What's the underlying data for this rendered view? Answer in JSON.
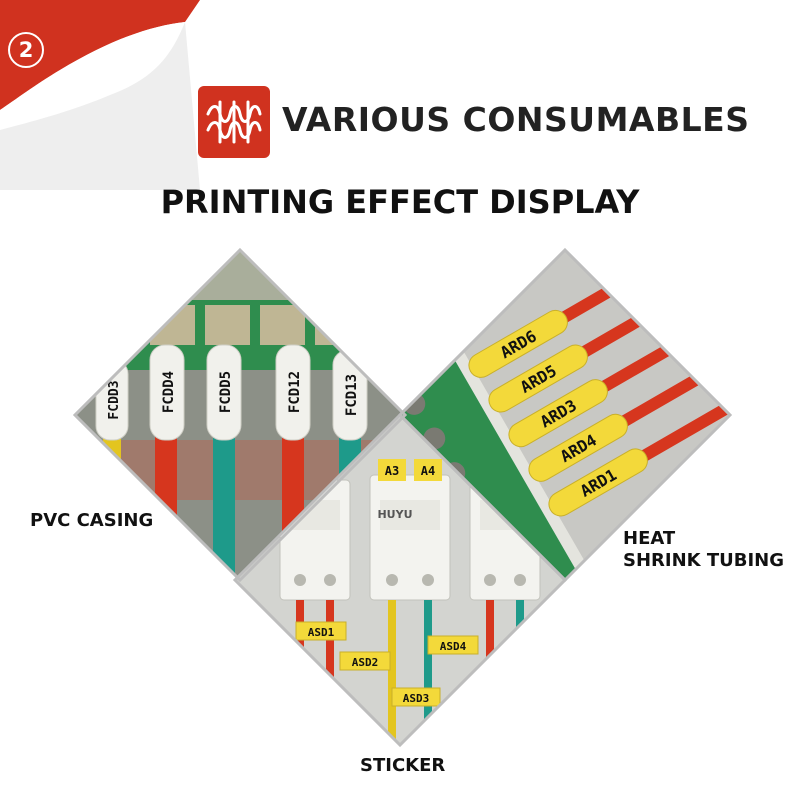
{
  "badge": {
    "number": "2"
  },
  "header": {
    "title": "VARIOUS CONSUMABLES",
    "subtitle": "PRINTING EFFECT DISPLAY",
    "logo_icon": "wave-coil-icon"
  },
  "colors": {
    "brand_red": "#d0321f",
    "label_yellow": "#f3d93a",
    "wire_red": "#d6361e",
    "wire_teal": "#1e9a8a",
    "terminal_green": "#2f8d4e"
  },
  "panels": {
    "pvc": {
      "caption": "PVC CASING",
      "tags": [
        "FCDD3",
        "FCDD4",
        "FCDD5",
        "FCD12",
        "FCD13"
      ]
    },
    "heat": {
      "caption_line1": "HEAT",
      "caption_line2": "SHRINK TUBING",
      "tags": [
        "ARD6",
        "ARD5",
        "ARD3",
        "ARD4",
        "ARD1"
      ]
    },
    "sticker": {
      "caption": "STICKER",
      "breaker_labels": [
        "A3",
        "A4"
      ],
      "breaker_brand": "HUYU",
      "tags": [
        "ASD1",
        "ASD2",
        "ASD3",
        "ASD4"
      ]
    }
  }
}
